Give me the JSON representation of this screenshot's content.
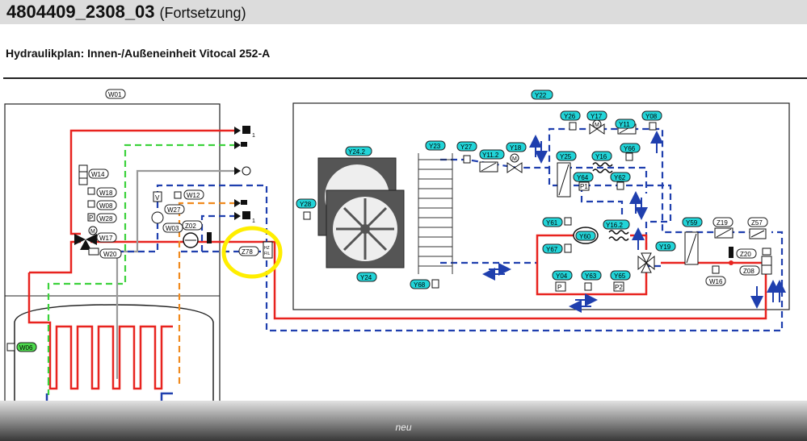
{
  "header": {
    "doc_id": "4804409_2308_03",
    "continuation": "(Fortsetzung)"
  },
  "subtitle": "Hydraulikplan: Innen-/Außeneinheit Vitocal 252-A",
  "footer": {
    "caption": "neu"
  },
  "labels": {
    "W01": "W01",
    "Y22": "Y22",
    "W14": "W14",
    "W18": "W18",
    "W08": "W08",
    "W28": "W28",
    "W17": "W17",
    "W20": "W20",
    "W12": "W12",
    "W27": "W27",
    "W03": "W03",
    "Z02": "Z02",
    "W06": "W06",
    "Z78": "Z78",
    "HZ_FIL": "HZ\nFIL",
    "Y28": "Y28",
    "Y24_2": "Y24.2",
    "Y24": "Y24",
    "Y23": "Y23",
    "Y68": "Y68",
    "Y27": "Y27",
    "Y11_2": "Y11.2",
    "Y18": "Y18",
    "Y26": "Y26",
    "Y17": "Y17",
    "Y11": "Y11",
    "Y08": "Y08",
    "Y25": "Y25",
    "Y16": "Y16",
    "Y66": "Y66",
    "Y64": "Y64",
    "Y62": "Y62",
    "Y61": "Y61",
    "Y60": "Y60",
    "Y16_2": "Y16.2",
    "Y67": "Y67",
    "Y19": "Y19",
    "Y04": "Y04",
    "Y63": "Y63",
    "Y65": "Y65",
    "Y59": "Y59",
    "Z19": "Z19",
    "Z57": "Z57",
    "Z20": "Z20",
    "Z08": "Z08",
    "W16": "W16",
    "P": "P",
    "P1": "P1",
    "P2": "P2",
    "M": "M",
    "V": "V",
    "sub1": "1"
  },
  "colors": {
    "red": "#e8231f",
    "blue": "#1f3fae",
    "green": "#3bd23b",
    "gray": "#9a9a9a",
    "orange": "#f08a1e",
    "cyan": "#22d4d8",
    "yellow": "#ffee00",
    "black": "#111111"
  }
}
